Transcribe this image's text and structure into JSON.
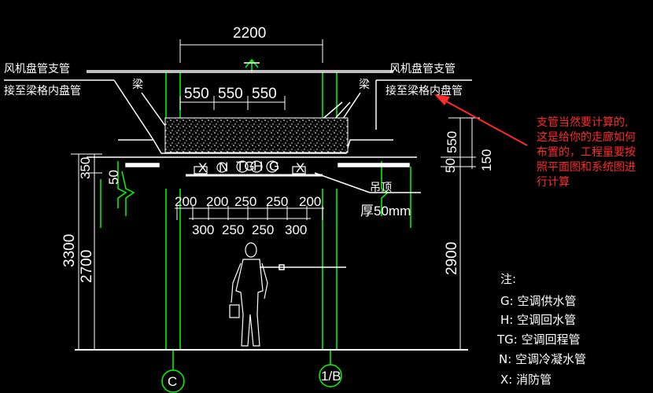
{
  "dimensions": {
    "top_width": "2200",
    "duct_widths": [
      "550",
      "550",
      "550"
    ],
    "right_gaps": [
      "550",
      "150",
      "50"
    ],
    "left_height_350": "350",
    "left_height_50": "50",
    "total_height": "3300",
    "left_clear_height": "2700",
    "right_clear_height": "2900",
    "pipe_spacing_top": [
      "200",
      "200",
      "250",
      "250",
      "200"
    ],
    "pipe_spacing_bottom": [
      "300",
      "250",
      "250",
      "300"
    ]
  },
  "labels": {
    "left_branch_line1": "风机盘管支管",
    "left_branch_line2": "接至梁格内盘管",
    "right_branch_line1": "风机盘管支管",
    "right_branch_line2": "接至梁格内盘管",
    "beam_left": "梁",
    "beam_right": "梁",
    "ceiling": "吊顶",
    "ceiling_thickness": "厚50mm",
    "pipe_tags": [
      "X",
      "N",
      "TG",
      "H",
      "G",
      "X"
    ]
  },
  "annotation": {
    "lines": [
      "支管当然要计算的,",
      "这是给你的走廊如何",
      "布置的，工程量要按",
      "照平面图和系统图进",
      "行计算"
    ],
    "color": "#ff2a2a"
  },
  "legend": {
    "title": "注:",
    "items": [
      "G: 空调供水管",
      "H: 空调回水管",
      "TG: 空调回程管",
      "N: 空调冷凝水管",
      "X: 消防管"
    ]
  },
  "axis_markers": [
    "C",
    "1/B"
  ],
  "colors": {
    "background": "#000000",
    "structure": "#00ff00",
    "lines": "#ffffff",
    "annotation": "#ff2a2a"
  }
}
